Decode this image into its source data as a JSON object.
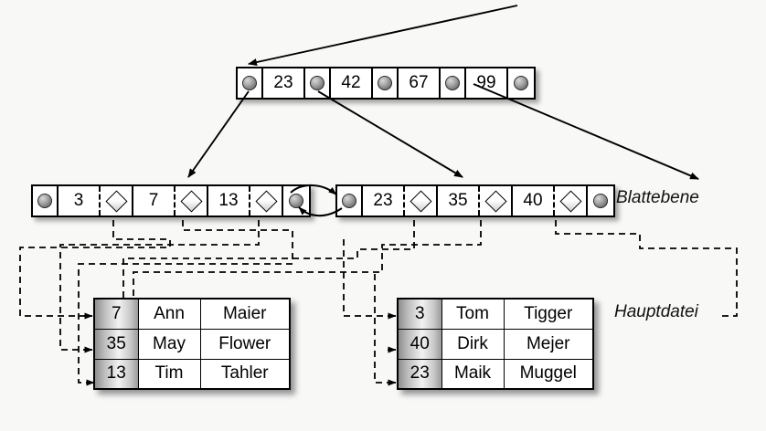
{
  "diagram": {
    "title_labels": {
      "leaf_level": "Blattebene",
      "main_file": "Hauptdatei"
    }
  },
  "root_node": {
    "name": "root-index-node",
    "cells": [
      {
        "type": "pointer",
        "value": "pointer-dot"
      },
      {
        "type": "key",
        "value": "23"
      },
      {
        "type": "pointer",
        "value": "pointer-dot"
      },
      {
        "type": "key",
        "value": "42"
      },
      {
        "type": "pointer",
        "value": "pointer-dot"
      },
      {
        "type": "key",
        "value": "67"
      },
      {
        "type": "pointer",
        "value": "pointer-dot"
      },
      {
        "type": "key",
        "value": "99"
      },
      {
        "type": "pointer",
        "value": "pointer-dot"
      }
    ]
  },
  "leaf_left": {
    "name": "leaf-node-left",
    "cells": [
      {
        "type": "pointer",
        "value": "pointer-dot"
      },
      {
        "type": "key",
        "value": "3"
      },
      {
        "type": "diamond",
        "value": "diamond-marker"
      },
      {
        "type": "key",
        "value": "7"
      },
      {
        "type": "diamond",
        "value": "diamond-marker"
      },
      {
        "type": "key",
        "value": "13"
      },
      {
        "type": "diamond",
        "value": "diamond-marker"
      },
      {
        "type": "pointer",
        "value": "pointer-dot"
      }
    ]
  },
  "leaf_right": {
    "name": "leaf-node-right",
    "cells": [
      {
        "type": "pointer",
        "value": "pointer-dot"
      },
      {
        "type": "key",
        "value": "23"
      },
      {
        "type": "diamond",
        "value": "diamond-marker"
      },
      {
        "type": "key",
        "value": "35"
      },
      {
        "type": "diamond",
        "value": "diamond-marker"
      },
      {
        "type": "key",
        "value": "40"
      },
      {
        "type": "diamond",
        "value": "diamond-marker"
      },
      {
        "type": "pointer",
        "value": "pointer-dot"
      }
    ]
  },
  "table_left": {
    "name": "hauptdatei-table-left",
    "rows": [
      {
        "key": "7",
        "first": "Ann",
        "last": "Maier"
      },
      {
        "key": "35",
        "first": "May",
        "last": "Flower"
      },
      {
        "key": "13",
        "first": "Tim",
        "last": "Tahler"
      }
    ]
  },
  "table_right": {
    "name": "hauptdatei-table-right",
    "rows": [
      {
        "key": "3",
        "first": "Tom",
        "last": "Tigger"
      },
      {
        "key": "40",
        "first": "Dirk",
        "last": "Mejer"
      },
      {
        "key": "23",
        "first": "Maik",
        "last": "Muggel"
      }
    ]
  },
  "icons": {
    "pointer_dot": "pointer-dot-icon",
    "diamond": "diamond-pointer-icon",
    "arrow": "arrow-icon"
  },
  "colors": {
    "background": "#f8f8f7",
    "stroke": "#000000",
    "cell_fill": "#ffffff",
    "key_gradient_light": "#f2f2f2",
    "key_gradient_dark": "#8e8e8e"
  }
}
